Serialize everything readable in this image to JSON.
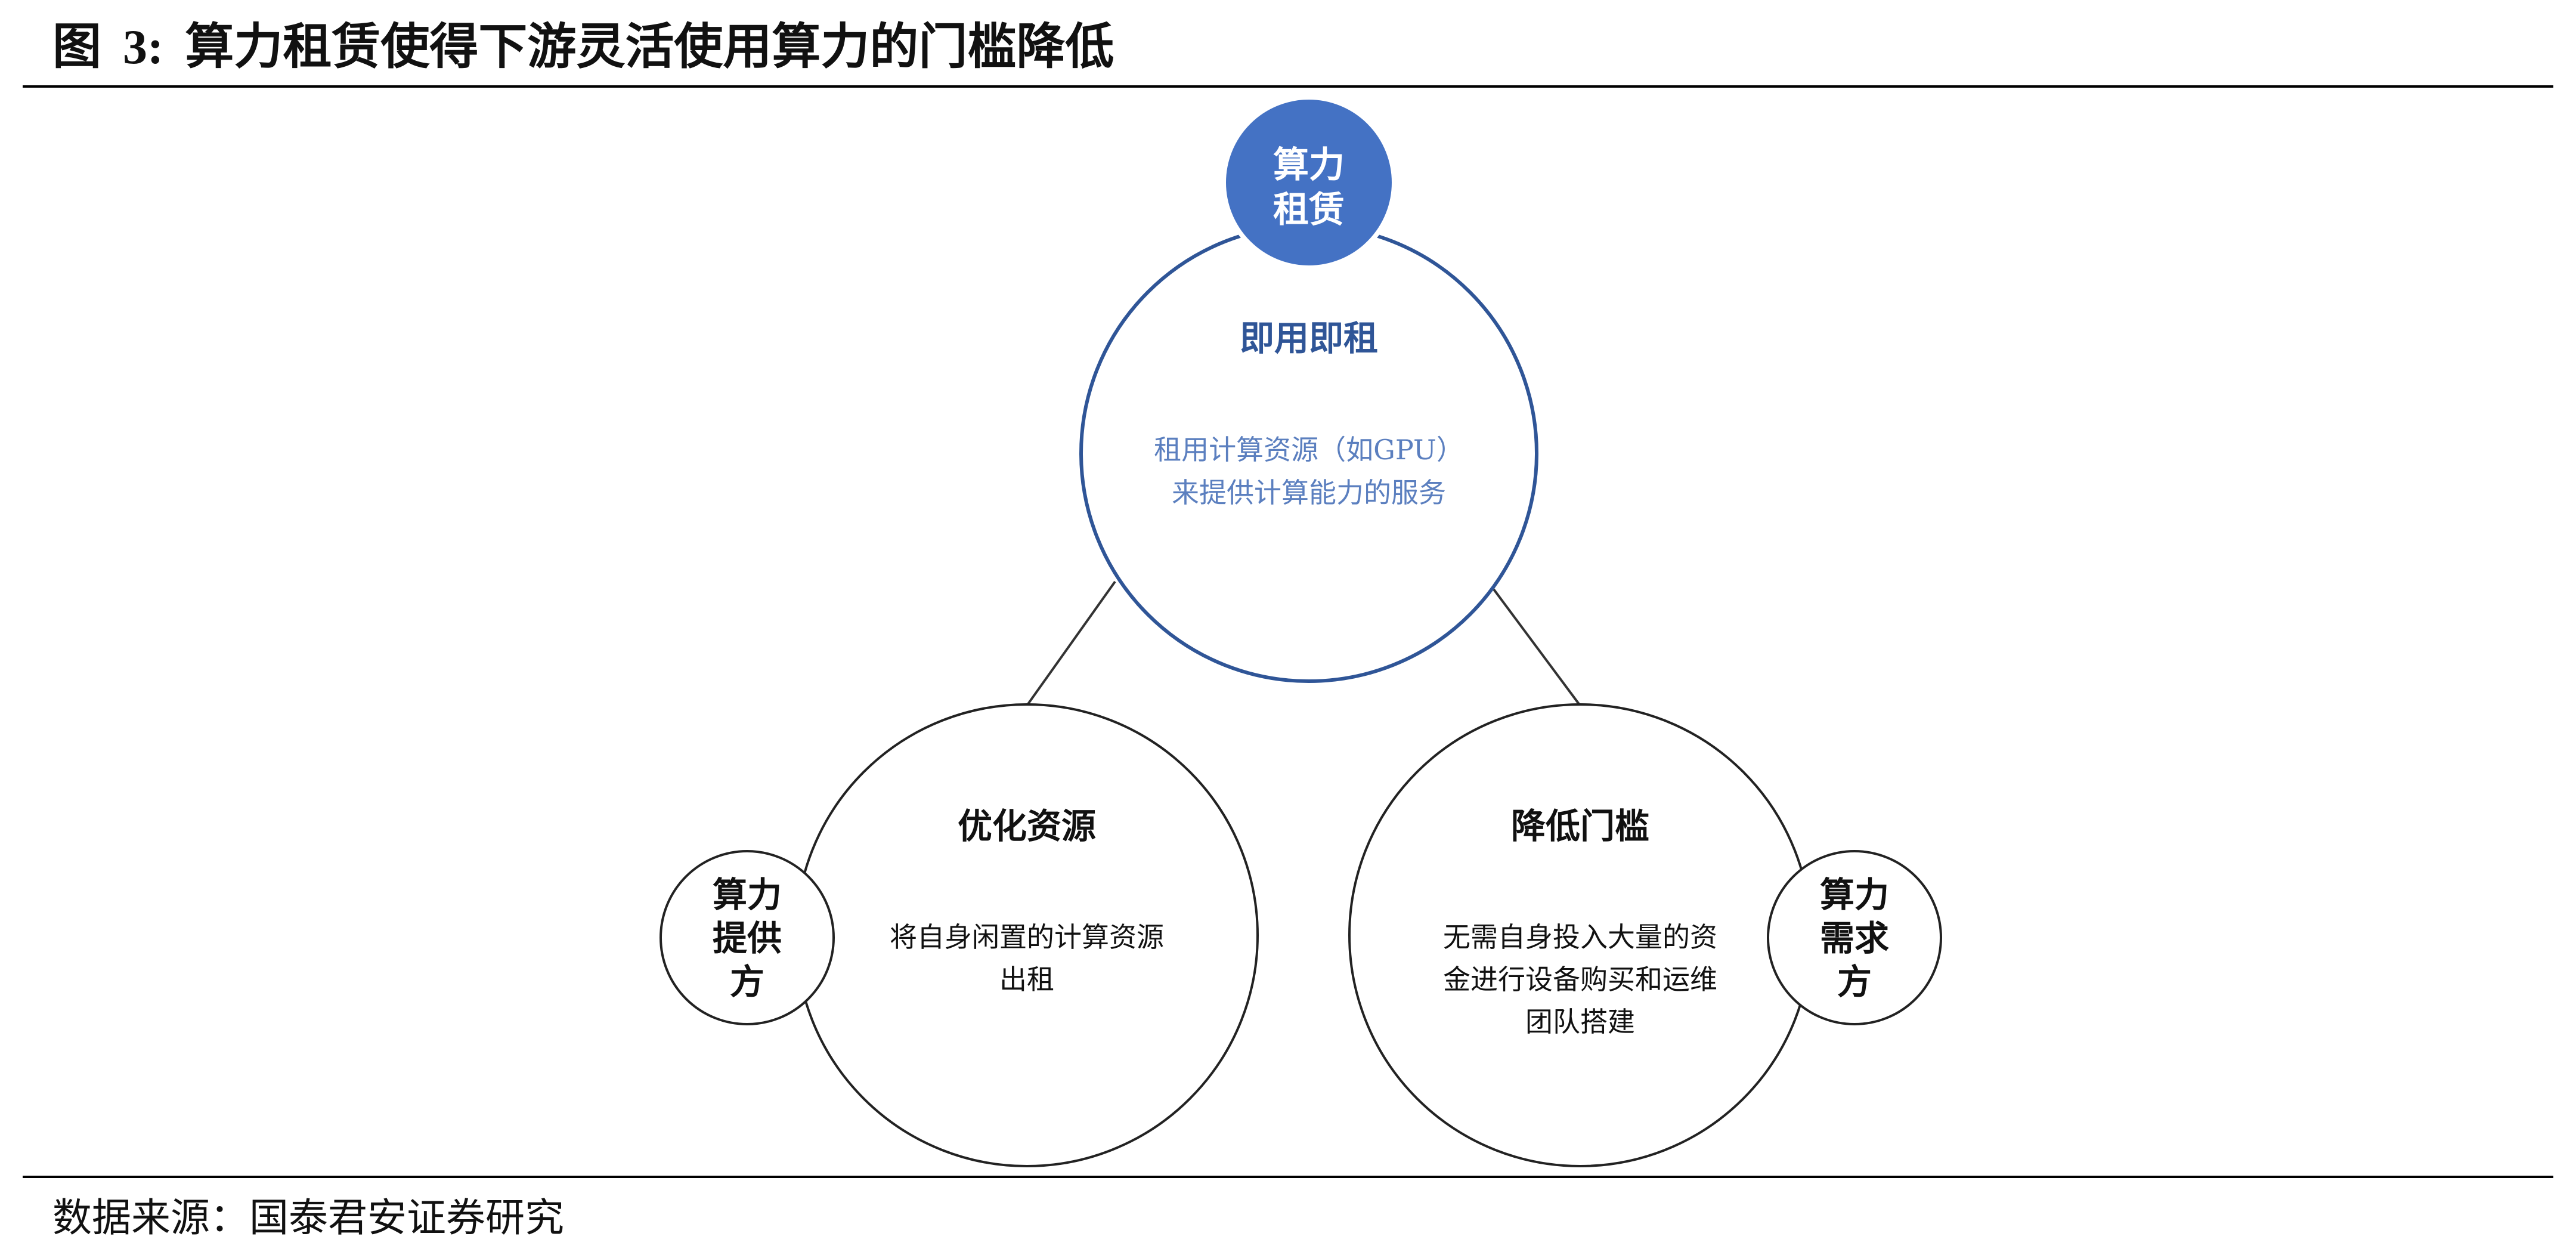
{
  "figure": {
    "label": "图",
    "number": "3",
    "colon": ":",
    "title": "算力租赁使得下游灵活使用算力的门槛降低"
  },
  "source": "数据来源：国泰君安证券研究",
  "colors": {
    "accent": "#4472C4",
    "accent_dark": "#2F5597",
    "accent_text": "#5B7FBF",
    "line": "#333333"
  },
  "diagram": {
    "badge_top": {
      "lines": [
        "算力",
        "租赁"
      ]
    },
    "circle_top": {
      "heading": "即用即租",
      "body": [
        "租用计算资源（如GPU）",
        "来提供计算能力的服务"
      ]
    },
    "circle_left": {
      "heading": "优化资源",
      "body": [
        "将自身闲置的计算资源",
        "出租"
      ]
    },
    "circle_right": {
      "heading": "降低门槛",
      "body": [
        "无需自身投入大量的资",
        "金进行设备购买和运维",
        "团队搭建"
      ]
    },
    "badge_left": {
      "lines": [
        "算力",
        "提供",
        "方"
      ]
    },
    "badge_right": {
      "lines": [
        "算力",
        "需求",
        "方"
      ]
    }
  }
}
